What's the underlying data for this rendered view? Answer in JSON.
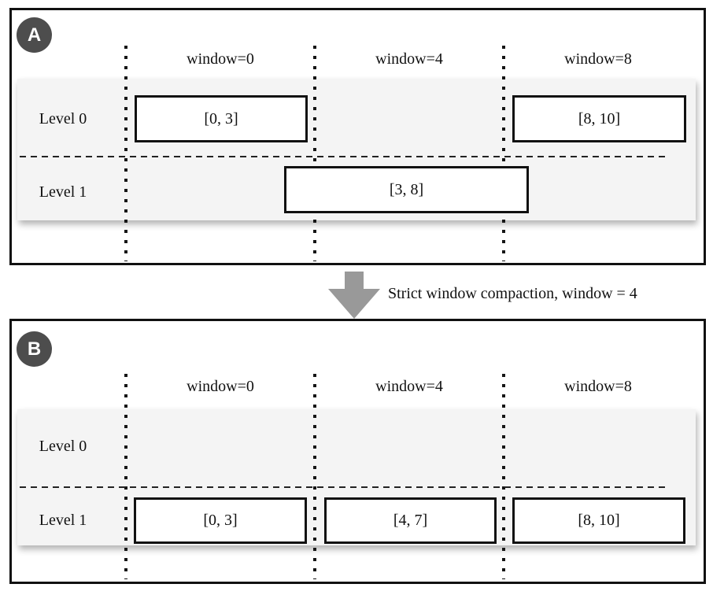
{
  "figure": {
    "arrow_caption": "Strict window compaction, window = 4"
  },
  "colors": {
    "row_background": "#f4f4f4",
    "badge_background": "#4d4d4d",
    "arrow_gray": "#999999",
    "line_black": "#111111",
    "box_background": "#ffffff"
  },
  "panels": [
    {
      "badge": "A",
      "window_labels": [
        "window=0",
        "window=4",
        "window=8"
      ],
      "levels": [
        {
          "label": "Level 0",
          "sstables": [
            {
              "range": "[0, 3]"
            },
            {
              "range": "[8, 10]"
            }
          ]
        },
        {
          "label": "Level 1",
          "sstables": [
            {
              "range": "[3, 8]"
            }
          ]
        }
      ]
    },
    {
      "badge": "B",
      "window_labels": [
        "window=0",
        "window=4",
        "window=8"
      ],
      "levels": [
        {
          "label": "Level 0",
          "sstables": []
        },
        {
          "label": "Level 1",
          "sstables": [
            {
              "range": "[0, 3]"
            },
            {
              "range": "[4, 7]"
            },
            {
              "range": "[8, 10]"
            }
          ]
        }
      ]
    }
  ]
}
